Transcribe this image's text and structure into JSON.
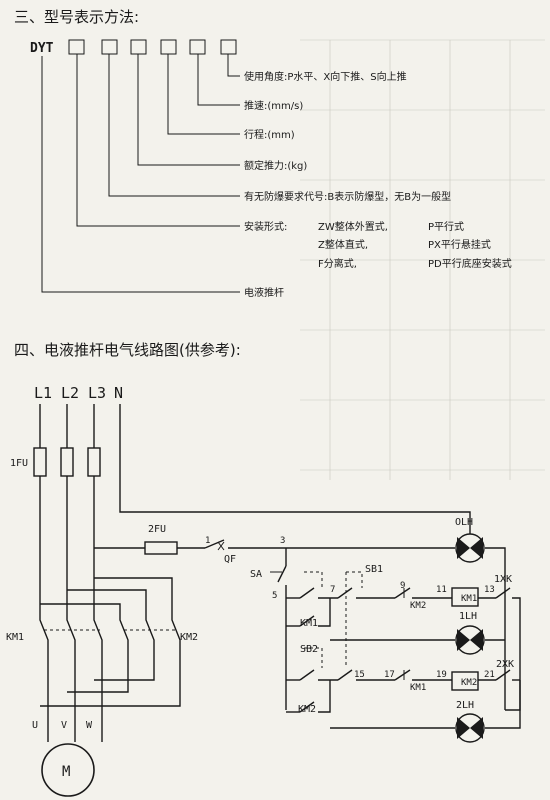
{
  "section3": {
    "title": "三、型号表示方法:",
    "prefix": "DYT",
    "labels": [
      "使用角度:P水平、X向下推、S向上推",
      "推速:(mm/s)",
      "行程:(mm)",
      "额定推力:(kg)",
      "有无防爆要求代号:B表示防爆型，无B为一般型",
      "安装形式:",
      "电液推杆"
    ],
    "install_types": [
      "ZW整体外置式,",
      "P平行式",
      "Z整体直式,",
      "PX平行悬挂式",
      "F分离式,",
      "PD平行底座安装式"
    ]
  },
  "section4": {
    "title": "四、电液推杆电气线路图(供参考):",
    "phases": [
      "L1",
      "L2",
      "L3",
      "N"
    ],
    "labels": {
      "fu1": "1FU",
      "fu2": "2FU",
      "qf": "QF",
      "sa": "SA",
      "km1": "KM1",
      "km2": "KM2",
      "sb1": "SB1",
      "sb2": "SB2",
      "olh": "OLH",
      "lh1": "1LH",
      "lh2": "2LH",
      "xk1": "1XK",
      "xk2": "2XK",
      "u": "U",
      "v": "V",
      "w": "W",
      "motor": "M"
    },
    "nodes": [
      "1",
      "3",
      "5",
      "7",
      "9",
      "11",
      "13",
      "15",
      "17",
      "19",
      "21"
    ]
  }
}
